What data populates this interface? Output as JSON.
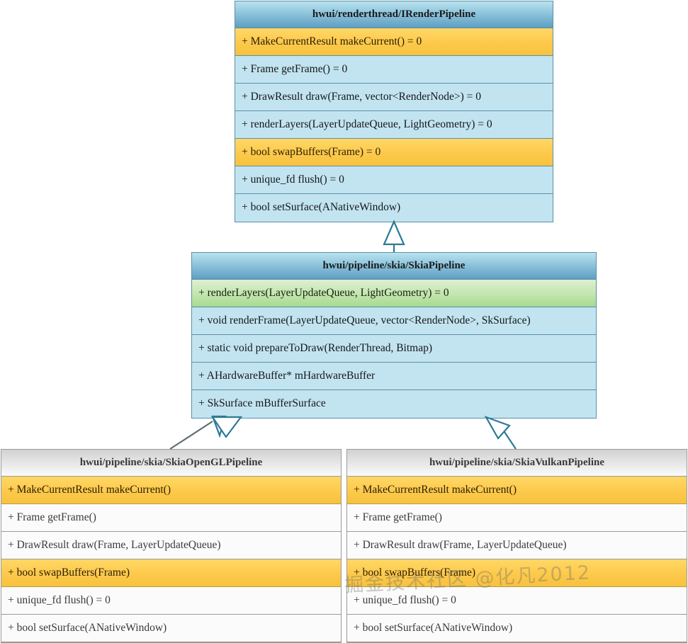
{
  "diagram": {
    "kind": "uml-class-diagram",
    "background": "#ffffff",
    "colors": {
      "interface_header_top": "#b9e3ef",
      "interface_header_bottom": "#5f9ec2",
      "interface_body": "#c2e4f0",
      "highlight_yellow": "#fdc94b",
      "highlight_green": "#c3e5ae",
      "derived_header_top": "#d2d2d2",
      "derived_body": "#fbfbfb",
      "border_blue": "#5b8fa8",
      "border_gray": "#9a9a9a",
      "connector_line": "#2d7a96"
    },
    "classes": [
      {
        "id": "irenderpipeline",
        "name": "hwui/renderthread/IRenderPipeline",
        "style": "interface",
        "members": [
          {
            "text": "+ MakeCurrentResult makeCurrent() = 0",
            "highlight": "yellow"
          },
          {
            "text": "+ Frame getFrame() = 0",
            "highlight": "none"
          },
          {
            "text": "+ DrawResult draw(Frame, vector<RenderNode>) = 0",
            "highlight": "none"
          },
          {
            "text": "+ renderLayers(LayerUpdateQueue, LightGeometry) = 0",
            "highlight": "none"
          },
          {
            "text": "+ bool swapBuffers(Frame) = 0",
            "highlight": "yellow"
          },
          {
            "text": "+ unique_fd flush() = 0",
            "highlight": "none"
          },
          {
            "text": "+ bool setSurface(ANativeWindow)",
            "highlight": "none"
          }
        ]
      },
      {
        "id": "skiapipeline",
        "name": "hwui/pipeline/skia/SkiaPipeline",
        "style": "interface",
        "members": [
          {
            "text": "+ renderLayers(LayerUpdateQueue, LightGeometry) = 0",
            "highlight": "green"
          },
          {
            "text": "+ void renderFrame(LayerUpdateQueue, vector<RenderNode>, SkSurface)",
            "highlight": "none"
          },
          {
            "text": "+ static void prepareToDraw(RenderThread, Bitmap)",
            "highlight": "none"
          },
          {
            "text": "+ AHardwareBuffer* mHardwareBuffer",
            "highlight": "none"
          },
          {
            "text": "+ SkSurface mBufferSurface",
            "highlight": "none"
          }
        ]
      },
      {
        "id": "skiaopengl",
        "name": "hwui/pipeline/skia/SkiaOpenGLPipeline",
        "style": "derived",
        "members": [
          {
            "text": "+ MakeCurrentResult makeCurrent()",
            "highlight": "yellow"
          },
          {
            "text": "+ Frame getFrame()",
            "highlight": "none"
          },
          {
            "text": "+ DrawResult draw(Frame, LayerUpdateQueue)",
            "highlight": "none"
          },
          {
            "text": "+ bool swapBuffers(Frame)",
            "highlight": "yellow"
          },
          {
            "text": "+ unique_fd flush() = 0",
            "highlight": "none"
          },
          {
            "text": "+ bool setSurface(ANativeWindow)",
            "highlight": "none"
          }
        ]
      },
      {
        "id": "skiavulkan",
        "name": "hwui/pipeline/skia/SkiaVulkanPipeline",
        "style": "derived",
        "members": [
          {
            "text": "+ MakeCurrentResult makeCurrent()",
            "highlight": "yellow"
          },
          {
            "text": "+ Frame getFrame()",
            "highlight": "none"
          },
          {
            "text": "+ DrawResult draw(Frame, LayerUpdateQueue)",
            "highlight": "none"
          },
          {
            "text": "+ bool swapBuffers(Frame)",
            "highlight": "yellow"
          },
          {
            "text": "+ unique_fd flush() = 0",
            "highlight": "none"
          },
          {
            "text": "+ bool setSurface(ANativeWindow)",
            "highlight": "none"
          }
        ]
      }
    ],
    "relations": [
      {
        "type": "generalization",
        "from": "hwui/pipeline/skia/SkiaPipeline",
        "to": "hwui/renderthread/IRenderPipeline"
      },
      {
        "type": "generalization",
        "from": "hwui/pipeline/skia/SkiaOpenGLPipeline",
        "to": "hwui/pipeline/skia/SkiaPipeline"
      },
      {
        "type": "generalization",
        "from": "hwui/pipeline/skia/SkiaVulkanPipeline",
        "to": "hwui/pipeline/skia/SkiaPipeline"
      }
    ]
  },
  "watermark": {
    "text": "掘金技术社区 @化凡2012"
  }
}
